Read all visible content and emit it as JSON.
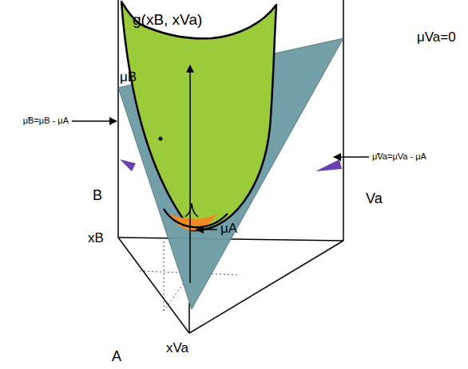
{
  "diagram": {
    "labels": [
      "g(xB, xVa)",
      "μVa=0",
      "μB",
      "μ̃B=μB - μA",
      "μ̃Va=μVa - μA",
      "B",
      "Va",
      "xB",
      "μA",
      "A",
      "xVa"
    ]
  }
}
